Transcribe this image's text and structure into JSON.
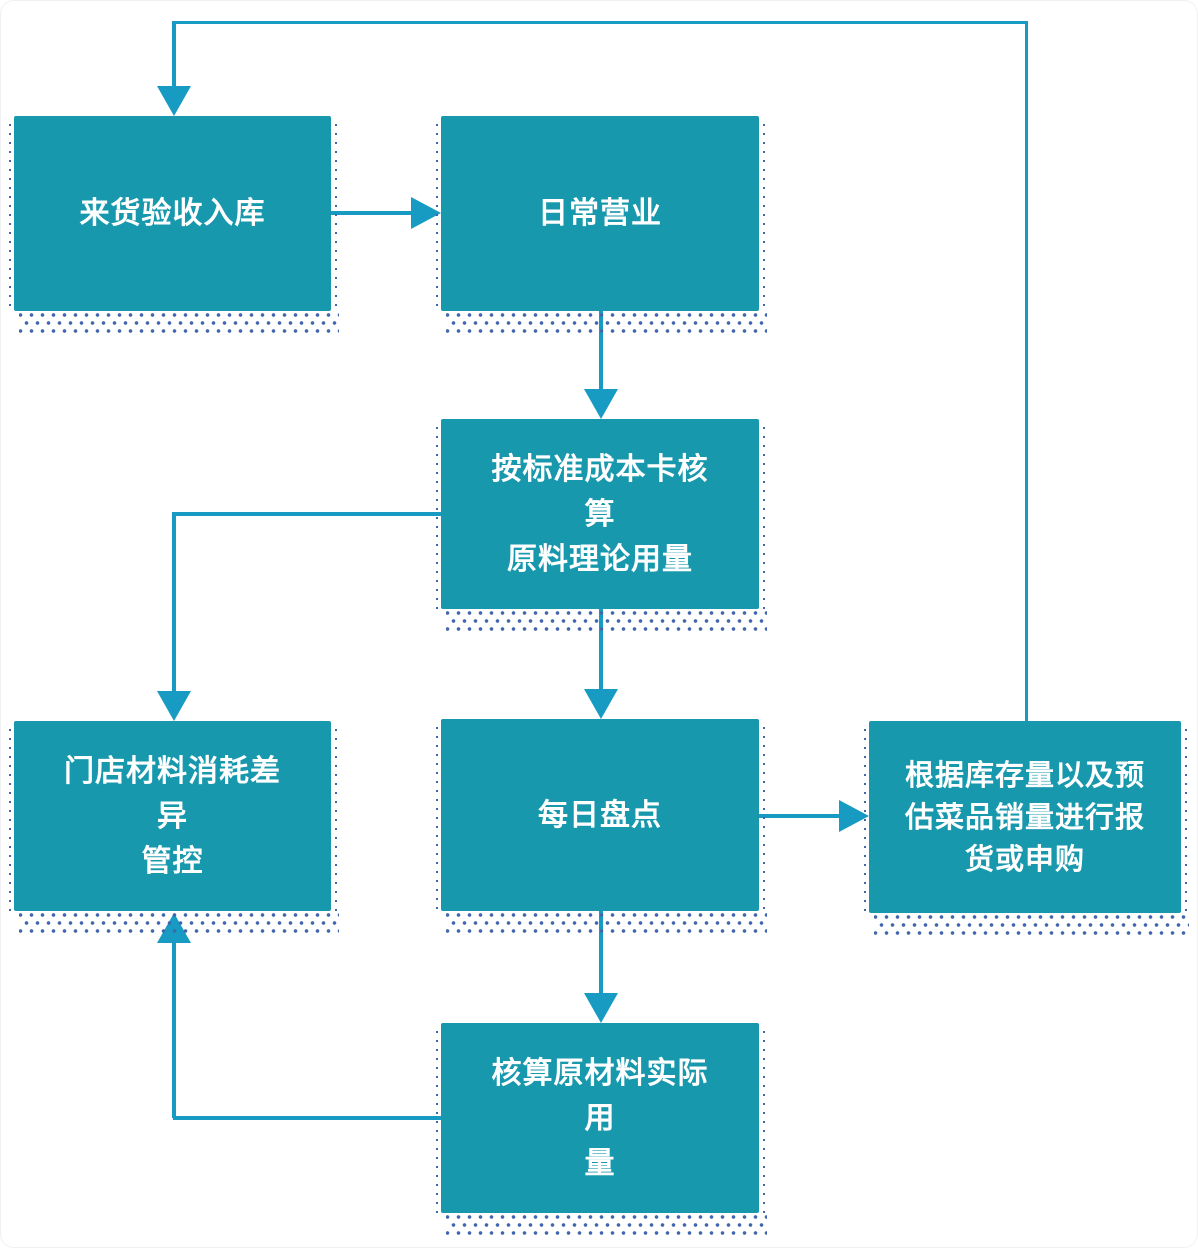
{
  "diagram": {
    "type": "flowchart",
    "nodes": [
      {
        "id": "incoming-inspection",
        "label": "来货验收入库"
      },
      {
        "id": "daily-operation",
        "label": "日常营业"
      },
      {
        "id": "theoretical-usage",
        "label": "按标准成本卡核算\n原料理论用量"
      },
      {
        "id": "variance-control",
        "label": "门店材料消耗差异\n管控"
      },
      {
        "id": "daily-stocktake",
        "label": "每日盘点"
      },
      {
        "id": "replenish-order",
        "label": "根据库存量以及预\n估菜品销量进行报\n货或申购"
      },
      {
        "id": "actual-usage",
        "label": "核算原材料实际用\n量"
      }
    ],
    "edges": [
      {
        "from": "incoming-inspection",
        "to": "daily-operation"
      },
      {
        "from": "daily-operation",
        "to": "theoretical-usage"
      },
      {
        "from": "theoretical-usage",
        "to": "daily-stocktake"
      },
      {
        "from": "theoretical-usage",
        "to": "variance-control"
      },
      {
        "from": "daily-stocktake",
        "to": "replenish-order"
      },
      {
        "from": "daily-stocktake",
        "to": "actual-usage"
      },
      {
        "from": "actual-usage",
        "to": "variance-control"
      },
      {
        "from": "replenish-order",
        "to": "incoming-inspection"
      }
    ],
    "colors": {
      "node_fill": "#1898ad",
      "connector": "#179bc3",
      "shadow_dots": "#4066ae",
      "text": "#ffffff",
      "background": "#ffffff"
    }
  }
}
